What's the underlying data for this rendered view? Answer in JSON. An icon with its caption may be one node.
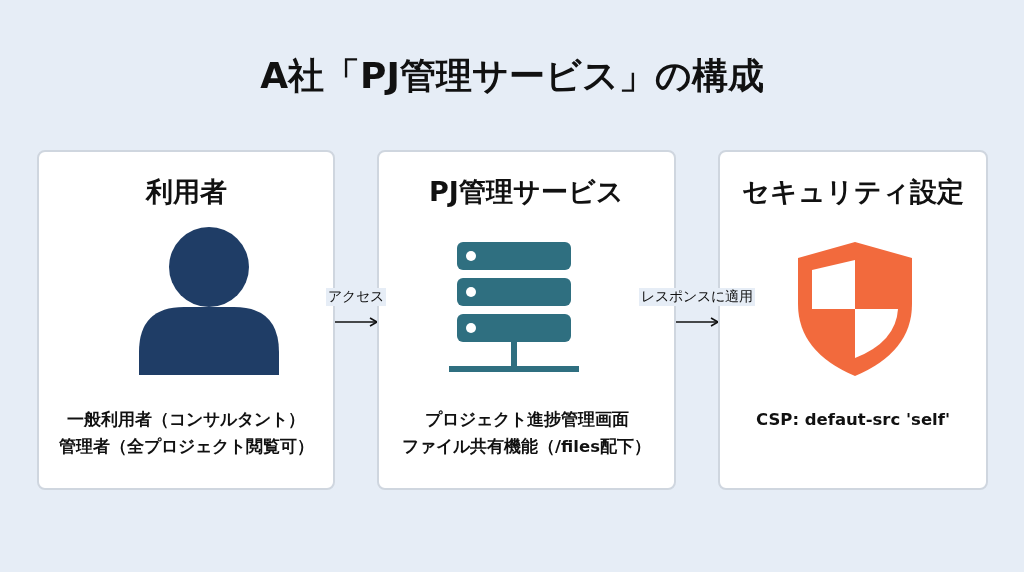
{
  "diagram": {
    "title": "A社「PJ管理サービス」の構成",
    "nodes": [
      {
        "text": [
          "利用者",
          "一般利用者（コンサルタント）",
          "管理者（全プロジェクト閲覧可）"
        ]
      },
      {
        "text": [
          "PJ管理サービス",
          "プロジェクト進捗管理画面",
          "ファイル共有機能（/files配下）"
        ]
      },
      {
        "text": [
          "セキュリティ設定",
          "CSP: defaut-src 'self'"
        ]
      }
    ],
    "edges": [
      {
        "from": 0,
        "to": 1,
        "arrow": "to",
        "label": "アクセス"
      },
      {
        "from": 1,
        "to": 2,
        "arrow": "to",
        "label": "レスポンスに適用"
      }
    ]
  }
}
